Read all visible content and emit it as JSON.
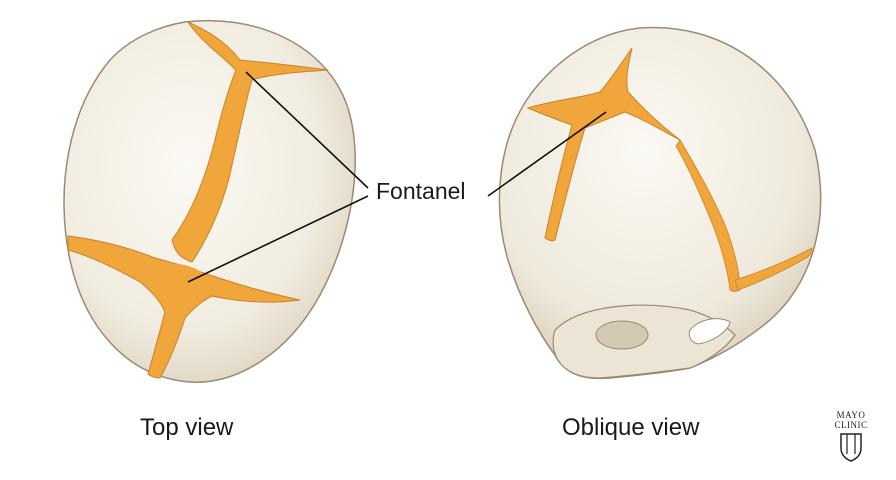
{
  "labels": {
    "fontanel": "Fontanel",
    "top_view": "Top view",
    "oblique_view": "Oblique view"
  },
  "logo": {
    "line1": "MAYO",
    "line2": "CLINIC"
  },
  "colors": {
    "bone": "#f3efe4",
    "bone_shadow": "#d9d1bd",
    "bone_outline": "#9b8a72",
    "fontanel": "#f0a63a",
    "fontanel_edge": "#c9822a",
    "pointer_line": "#111111"
  }
}
